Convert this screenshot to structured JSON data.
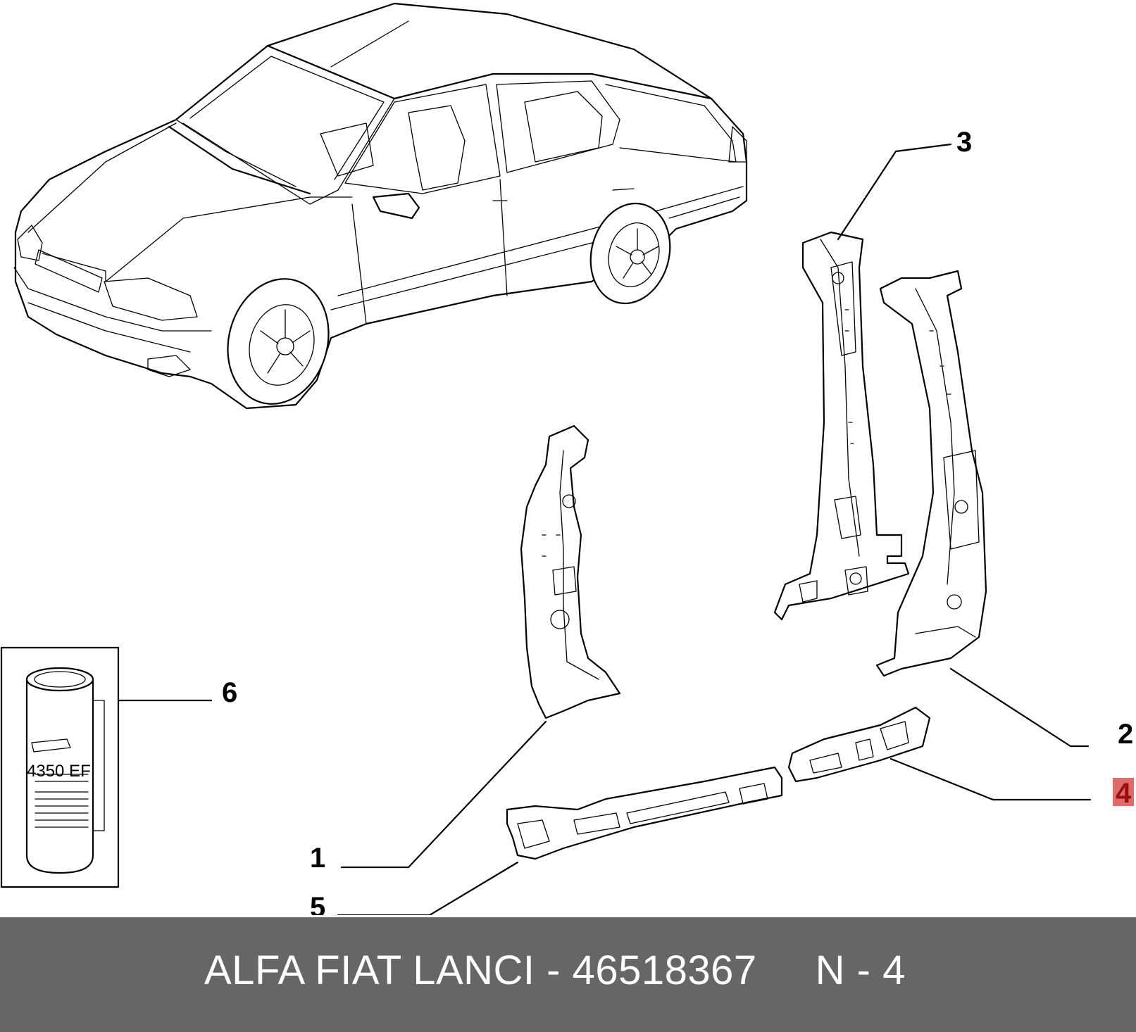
{
  "callouts": {
    "c1": "1",
    "c2": "2",
    "c3": "3",
    "c4": "4",
    "c5": "5",
    "c6": "6"
  },
  "highlight": {
    "callout": "4",
    "color": "#e06a6a"
  },
  "can_label": "4350 EF",
  "footer": {
    "text": "ALFA FIAT LANCI - 46518367     N - 4",
    "background": "#666666",
    "color": "#ffffff"
  },
  "icons": [
    "car-illustration-icon",
    "spray-can-icon",
    "pillar-panel-icon",
    "sill-panel-icon"
  ]
}
